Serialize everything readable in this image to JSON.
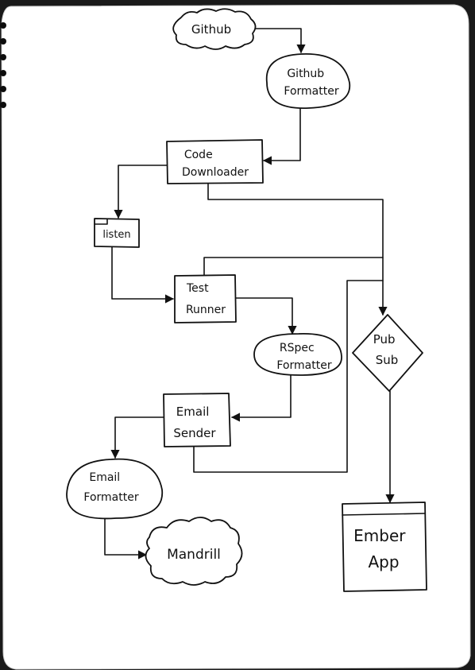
{
  "diagram": {
    "nodes": {
      "github": {
        "lines": [
          "Github"
        ]
      },
      "github_formatter": {
        "lines": [
          "Github",
          "Formatter"
        ]
      },
      "code_downloader": {
        "lines": [
          "Code",
          "Downloader"
        ]
      },
      "listen": {
        "lines": [
          "listen"
        ]
      },
      "test_runner": {
        "lines": [
          "Test",
          "Runner"
        ]
      },
      "rspec_formatter": {
        "lines": [
          "RSpec",
          "Formatter"
        ]
      },
      "email_sender": {
        "lines": [
          "Email",
          "Sender"
        ]
      },
      "email_formatter": {
        "lines": [
          "Email",
          "Formatter"
        ]
      },
      "mandrill": {
        "lines": [
          "Mandrill"
        ]
      },
      "pub_sub": {
        "lines": [
          "Pub",
          "Sub"
        ]
      },
      "ember_app": {
        "lines": [
          "Ember",
          "App"
        ]
      }
    },
    "colors": {
      "paper": "#ffffff",
      "ink": "#111111",
      "background": "#1a1a1a"
    }
  }
}
